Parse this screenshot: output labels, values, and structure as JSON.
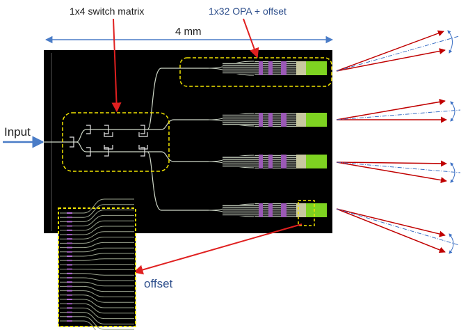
{
  "labels": {
    "switch_matrix": "1x4 switch matrix",
    "opa_offset": "1x32 OPA + offset",
    "chip_width": "4 mm",
    "input": "Input",
    "offset": "offset"
  },
  "colors": {
    "chip": "#000000",
    "waveguide": "#cfd8c8",
    "emitter": "#7ed321",
    "heater": "#9b59b6",
    "highlight": "#f3e600",
    "beam": "#c00000",
    "beam_center": "#3a6fc4",
    "dimension": "#4a7cc7",
    "input_arrow": "#4a7cc7",
    "pointer": "#e02020"
  }
}
